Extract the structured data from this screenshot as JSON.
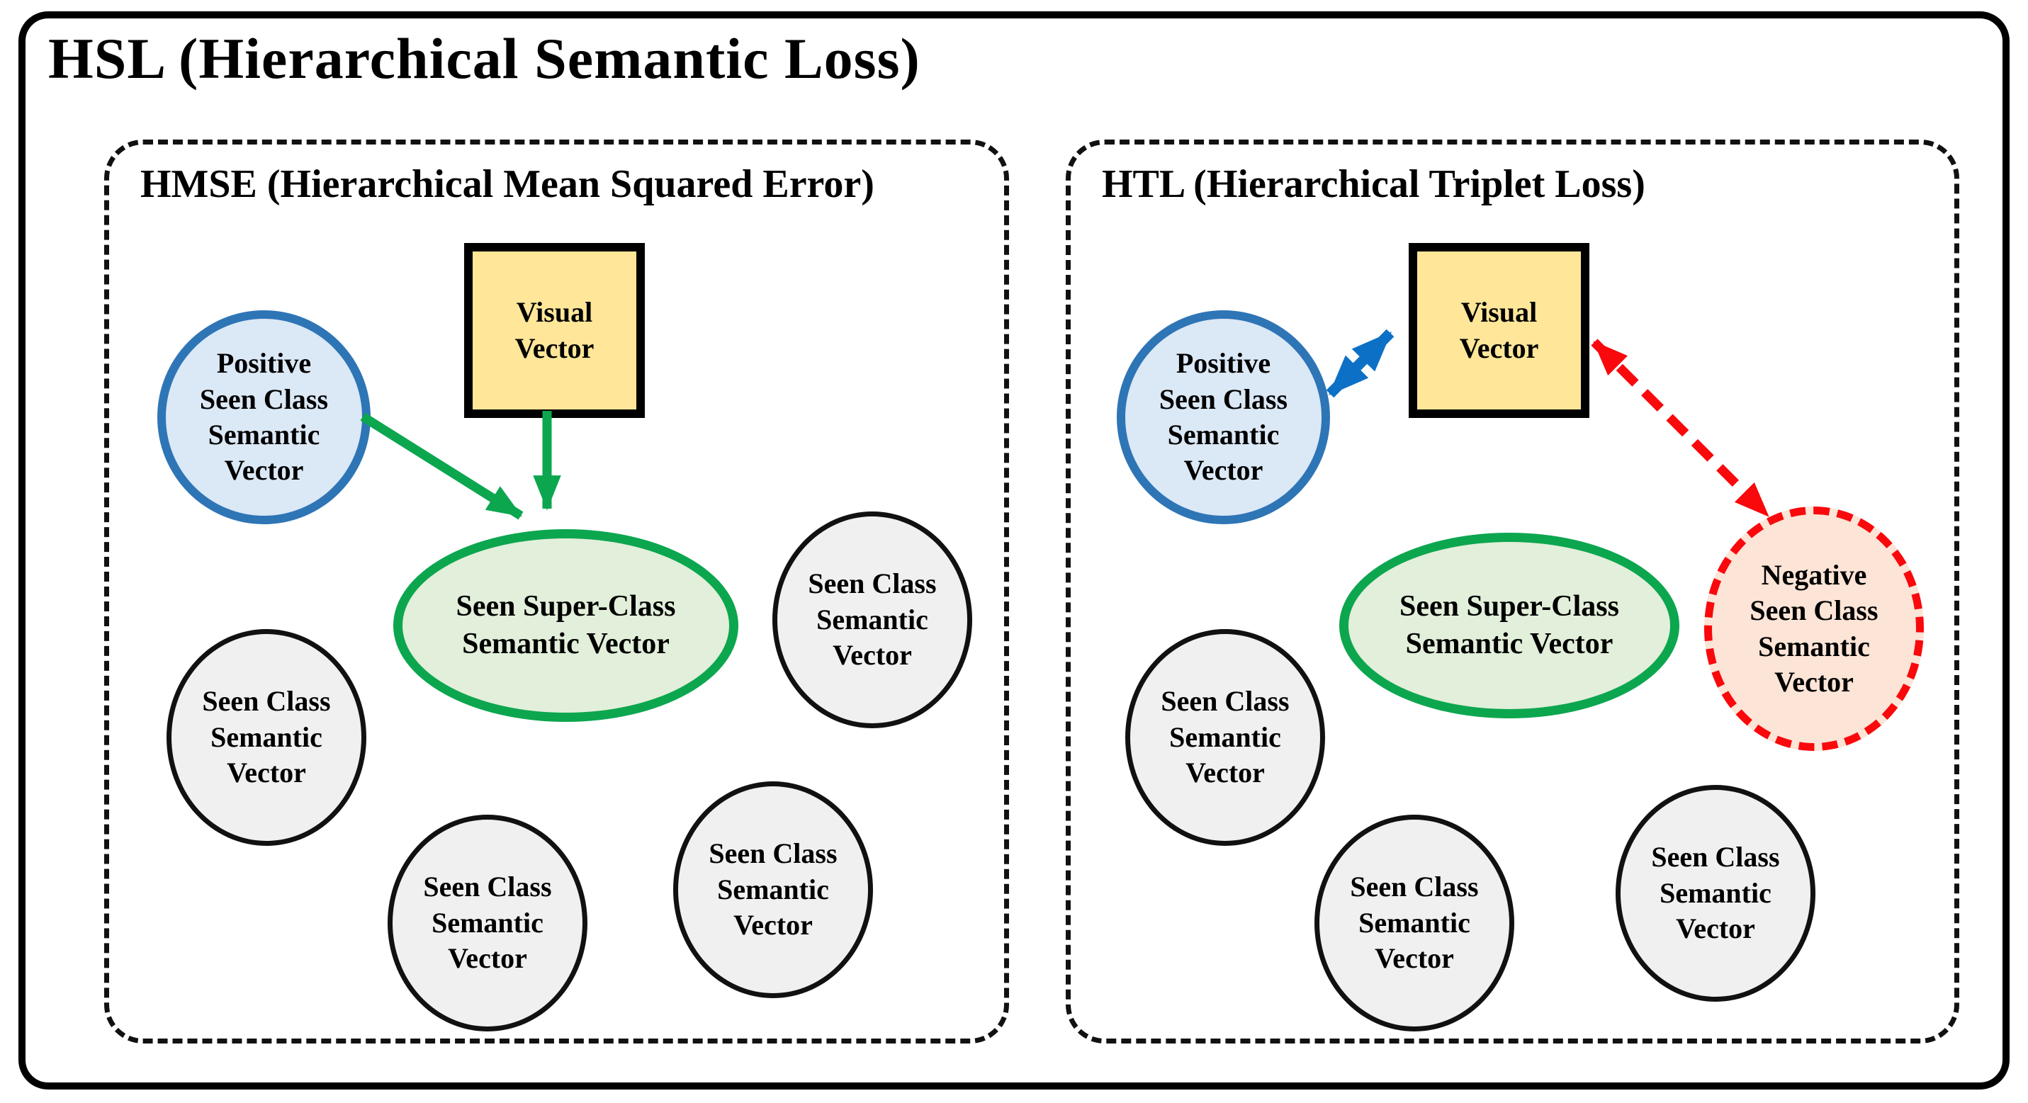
{
  "title": "HSL (Hierarchical Semantic Loss)",
  "colors": {
    "frame_border": "#000000",
    "panel_border_dashed": "#111111",
    "visual_vector_fill": "#FFE699",
    "visual_vector_border": "#000000",
    "positive_fill": "#DBE8F6",
    "positive_border": "#2E75B6",
    "super_class_fill": "#E2EFDA",
    "super_class_border": "#0CA64F",
    "seen_class_fill": "#F0F0F0",
    "seen_class_border": "#111111",
    "negative_fill": "#FCE4D6",
    "negative_border": "#F9080C",
    "edge_green": "#0CA64F",
    "edge_blue": "#0C71C6",
    "edge_red": "#F9080C"
  },
  "panels": [
    {
      "id": "hmse",
      "title": "HMSE (Hierarchical Mean Squared Error)",
      "nodes": [
        {
          "name": "visual-vector",
          "shape": "rectangle",
          "label": "Visual\nVector"
        },
        {
          "name": "positive-seen-class-semantic-vector",
          "shape": "ellipse",
          "label": "Positive\nSeen Class\nSemantic\nVector"
        },
        {
          "name": "seen-super-class-semantic-vector",
          "shape": "ellipse",
          "label": "Seen Super-Class\nSemantic Vector"
        },
        {
          "name": "seen-class-semantic-vector-1",
          "shape": "ellipse",
          "label": "Seen Class\nSemantic\nVector"
        },
        {
          "name": "seen-class-semantic-vector-2",
          "shape": "ellipse",
          "label": "Seen Class\nSemantic\nVector"
        },
        {
          "name": "seen-class-semantic-vector-3",
          "shape": "ellipse",
          "label": "Seen Class\nSemantic\nVector"
        },
        {
          "name": "seen-class-semantic-vector-4",
          "shape": "ellipse",
          "label": "Seen Class\nSemantic\nVector"
        }
      ],
      "edges": [
        {
          "from": "positive-seen-class-semantic-vector",
          "to": "seen-super-class-semantic-vector",
          "color": "#0CA64F",
          "line": "solid",
          "heads": "end"
        },
        {
          "from": "visual-vector",
          "to": "seen-super-class-semantic-vector",
          "color": "#0CA64F",
          "line": "solid",
          "heads": "end"
        }
      ]
    },
    {
      "id": "htl",
      "title": "HTL (Hierarchical Triplet Loss)",
      "nodes": [
        {
          "name": "visual-vector",
          "shape": "rectangle",
          "label": "Visual\nVector"
        },
        {
          "name": "positive-seen-class-semantic-vector",
          "shape": "ellipse",
          "label": "Positive\nSeen Class\nSemantic\nVector"
        },
        {
          "name": "seen-super-class-semantic-vector",
          "shape": "ellipse",
          "label": "Seen Super-Class\nSemantic Vector"
        },
        {
          "name": "negative-seen-class-semantic-vector",
          "shape": "ellipse",
          "label": "Negative\nSeen Class\nSemantic\nVector"
        },
        {
          "name": "seen-class-semantic-vector-1",
          "shape": "ellipse",
          "label": "Seen Class\nSemantic\nVector"
        },
        {
          "name": "seen-class-semantic-vector-2",
          "shape": "ellipse",
          "label": "Seen Class\nSemantic\nVector"
        },
        {
          "name": "seen-class-semantic-vector-3",
          "shape": "ellipse",
          "label": "Seen Class\nSemantic\nVector"
        }
      ],
      "edges": [
        {
          "from": "positive-seen-class-semantic-vector",
          "to": "visual-vector",
          "color": "#0C71C6",
          "line": "solid",
          "heads": "both"
        },
        {
          "from": "visual-vector",
          "to": "negative-seen-class-semantic-vector",
          "color": "#F9080C",
          "line": "dashed",
          "heads": "both"
        }
      ]
    }
  ]
}
